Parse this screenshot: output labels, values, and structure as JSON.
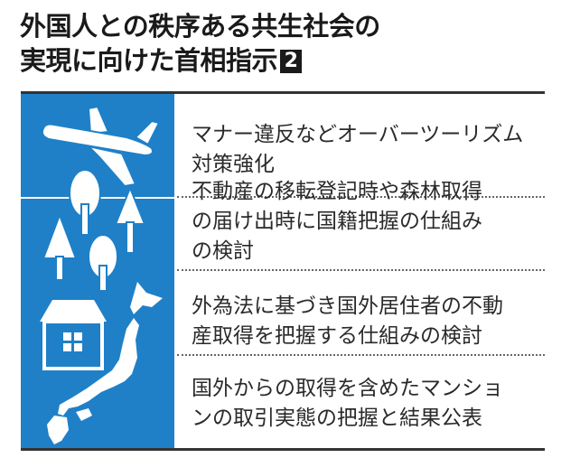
{
  "title": {
    "line1": "外国人との秩序ある共生社会の",
    "line2": "実現に向けた首相指示",
    "badge": "2"
  },
  "items": [
    {
      "icon": "airplane-icon",
      "lines": [
        "マナー違反などオーバーツーリズム",
        "対策強化"
      ]
    },
    {
      "icon": "forest-icon",
      "lines": [
        "不動産の移転登記時や森林取得",
        "の届け出時に国籍把握の仕組み",
        "の検討"
      ]
    },
    {
      "icon": "house-icon",
      "lines": [
        "外為法に基づき国外居住者の不動",
        "産取得を把握する仕組みの検討"
      ]
    },
    {
      "icon": "japan-map-icon",
      "lines": [
        "国外からの取得を含めたマンショ",
        "ンの取引実態の把握と結果公表"
      ]
    }
  ],
  "colors": {
    "panel": "#1f80c8",
    "text": "#2a2a2a",
    "rule": "#333333"
  }
}
